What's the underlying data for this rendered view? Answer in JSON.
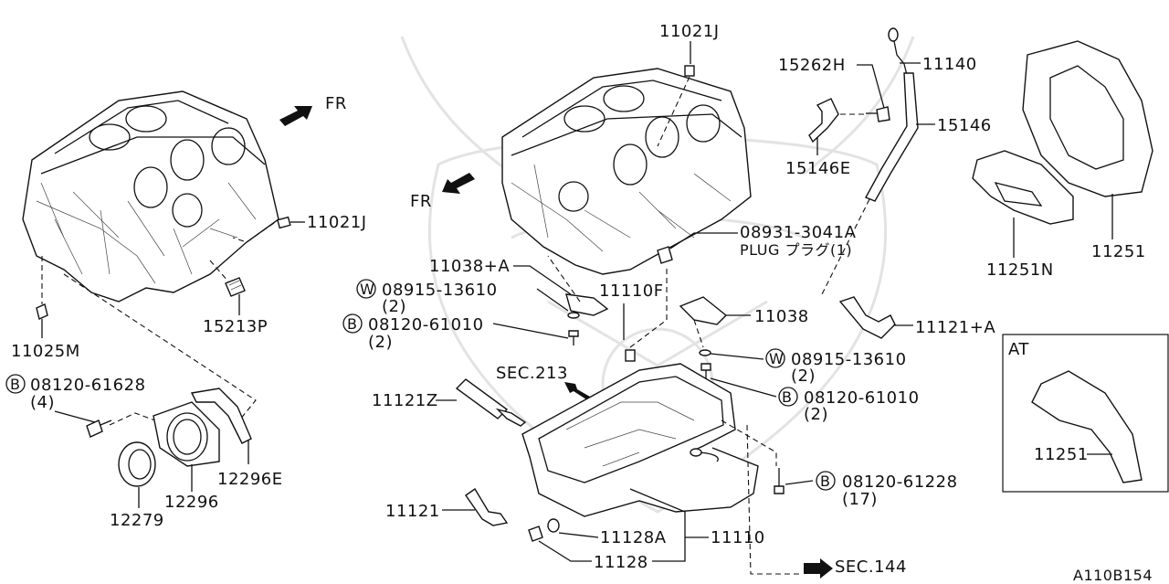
{
  "labels": {
    "p11021j_top": "11021J",
    "p11021j_left": "11021J",
    "p15262h": "15262H",
    "p11140": "11140",
    "p15146": "15146",
    "p15146e": "15146E",
    "fr_left": "FR",
    "fr_mid": "FR",
    "p08931": "08931-3041A",
    "plug": "PLUG プラグ(1)",
    "p11038a": "11038+A",
    "w1_sym": "W",
    "w1_num": "08915-13610",
    "w1_qty": "(2)",
    "b1_sym": "B",
    "b1_num": "08120-61010",
    "b1_qty": "(2)",
    "p11110f": "11110F",
    "p11038": "11038",
    "p11121a": "11121+A",
    "w2_sym": "W",
    "w2_num": "08915-13610",
    "w2_qty": "(2)",
    "b2_sym": "B",
    "b2_num": "08120-61010",
    "b2_qty": "(2)",
    "sec213": "SEC.213",
    "p11121z": "11121Z",
    "p11025m": "11025M",
    "p15213p": "15213P",
    "b3_sym": "B",
    "b3_num": "08120-61628",
    "b3_qty": "(4)",
    "p12296e": "12296E",
    "p12296": "12296",
    "p12279": "12279",
    "p11251n": "11251N",
    "p11251": "11251",
    "at_title": "AT",
    "p11251_at": "11251",
    "b4_sym": "B",
    "b4_num": "08120-61228",
    "b4_qty": "(17)",
    "p11121": "11121",
    "p11128a": "11128A",
    "p11110": "11110",
    "p11128": "11128",
    "sec144": "SEC.144",
    "code": "A110B154"
  }
}
